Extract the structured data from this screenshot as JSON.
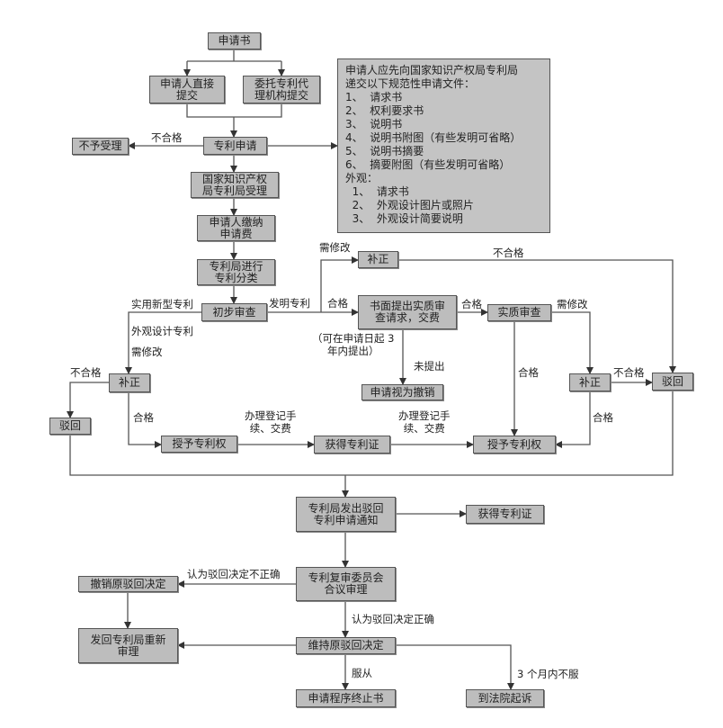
{
  "nodes": {
    "application_doc": "申请书",
    "direct_submit": "申请人直接\n提交",
    "agent_submit": "委托专利代\n理机构提交",
    "patent_application": "专利申请",
    "not_accepted": "不予受理",
    "cnipa_accept": "国家知识产权\n局专利局受理",
    "pay_fee": "申请人缴纳\n申请费",
    "classify": "专利局进行\n专利分类",
    "prelim_exam": "初步审查",
    "correction_top": "补正",
    "request_substantive": "书面提出实质审\n查请求，交费",
    "substantive_exam": "实质审查",
    "deemed_withdrawn": "申请视为撤销",
    "correction_right": "补正",
    "reject_right": "驳回",
    "correction_left": "补正",
    "reject_left": "驳回",
    "grant_left": "授予专利权",
    "certificate_mid": "获得专利证",
    "grant_right": "授予专利权",
    "rejection_notice": "专利局发出驳回\n专利申请通知",
    "certificate_bottom": "获得专利证",
    "reexam_board": "专利复审委员会\n合议审理",
    "revoke_rejection": "撤销原驳回决定",
    "return_reexam": "发回专利局重新\n审理",
    "uphold_rejection": "维持原驳回决定",
    "termination": "申请程序终止书",
    "sue_court": "到法院起诉"
  },
  "info_box": {
    "intro": "申请人应先向国家知识产权局专利局\n递交以下规范性申请文件：",
    "invention_items": [
      "1、  请求书",
      "2、  权利要求书",
      "3、  说明书",
      "4、  说明书附图（有些发明可省略）",
      "5、  说明书摘要",
      "6、  摘要附图（有些发明可省略）"
    ],
    "design_heading": "外观：",
    "design_items": [
      "  1、  请求书",
      "  2、  外观设计图片或照片",
      "  3、  外观设计简要说明"
    ]
  },
  "labels": {
    "unqualified_1": "不合格",
    "need_modify_1": "需修改",
    "unqualified_2": "不合格",
    "invention_patent": "发明专利",
    "qualified_1": "合格",
    "qualified_2": "合格",
    "need_modify_2": "需修改",
    "deadline_note": "（可在申请日起 3\n年内提出）",
    "not_submitted": "未提出",
    "qualified_3": "合格",
    "unqualified_3": "不合格",
    "qualified_4": "合格",
    "utility_model": "实用新型专利",
    "design_patent": "外观设计专利",
    "need_modify_3": "需修改",
    "unqualified_4": "不合格",
    "qualified_5": "合格",
    "register_fee_1": "办理登记手\n续、交费",
    "register_fee_2": "办理登记手\n续、交费",
    "deem_incorrect": "认为驳回决定不正确",
    "deem_correct": "认为驳回决定正确",
    "comply": "服从",
    "disagree_3_months": "3 个月内不服"
  }
}
